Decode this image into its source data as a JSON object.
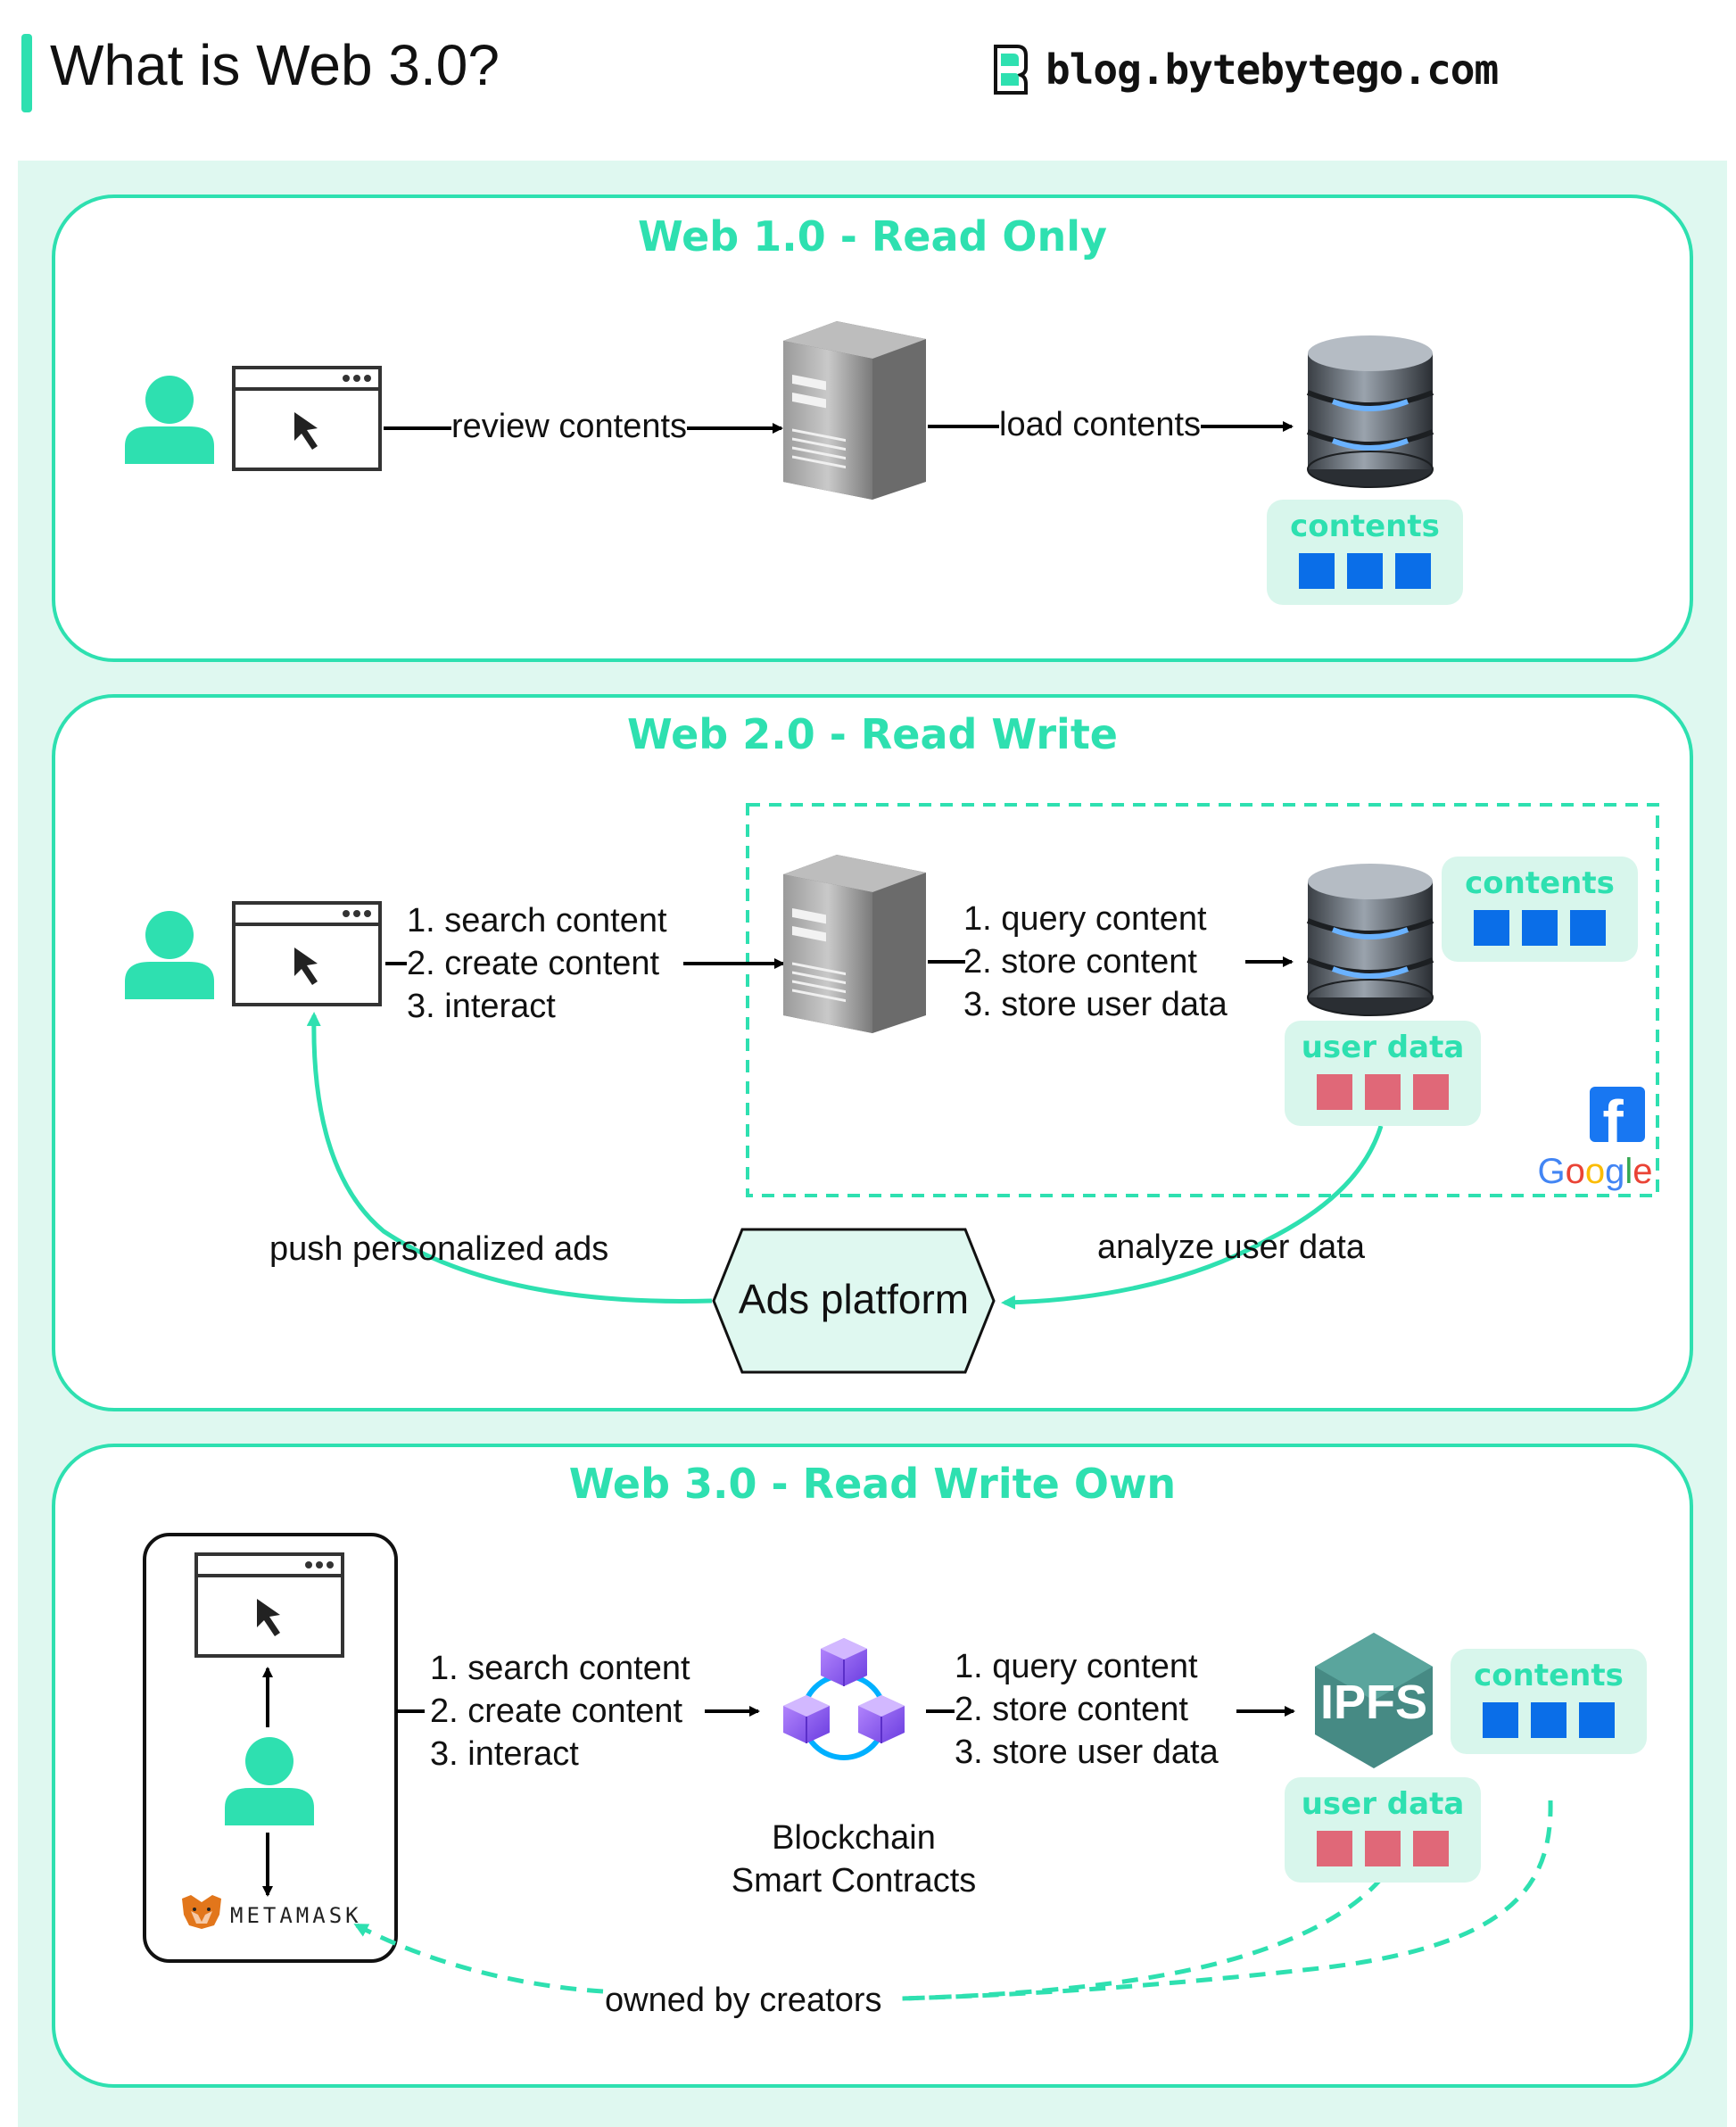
{
  "header": {
    "title": "What is Web 3.0?",
    "brand": "blog.bytebytego.com"
  },
  "web1": {
    "title": "Web 1.0 - Read Only",
    "review_label": "review contents",
    "load_label": "load contents",
    "contents_label": "contents"
  },
  "web2": {
    "title": "Web 2.0 - Read Write",
    "client_actions": [
      "1. search content",
      "2. create content",
      "3. interact"
    ],
    "server_actions": [
      "1. query content",
      "2. store content",
      "3. store user data"
    ],
    "contents_label": "contents",
    "user_data_label": "user data",
    "google_logo": "Google",
    "facebook_logo": "f",
    "ads_platform": "Ads platform",
    "push_ads_label": "push personalized ads",
    "analyze_label": "analyze user data"
  },
  "web3": {
    "title": "Web 3.0 - Read Write Own",
    "client_actions": [
      "1. search content",
      "2. create content",
      "3. interact"
    ],
    "chain_actions": [
      "1. query content",
      "2. store content",
      "3. store user data"
    ],
    "blockchain_label": [
      "Blockchain",
      "Smart Contracts"
    ],
    "ipfs_label": "IPFS",
    "contents_label": "contents",
    "user_data_label": "user data",
    "metamask_label": "METAMASK",
    "owned_label": "owned by creators"
  },
  "colors": {
    "accent": "#2ee0b0",
    "content_block": "#0a6ee8",
    "user_data_block": "#e06878",
    "panel_bg": "#dff8f0"
  },
  "icons": [
    "user-icon",
    "browser-window-icon",
    "server-icon",
    "database-icon",
    "blockchain-icon",
    "ipfs-icon",
    "metamask-fox-icon",
    "bytebytego-logo-icon",
    "facebook-logo",
    "google-logo"
  ]
}
